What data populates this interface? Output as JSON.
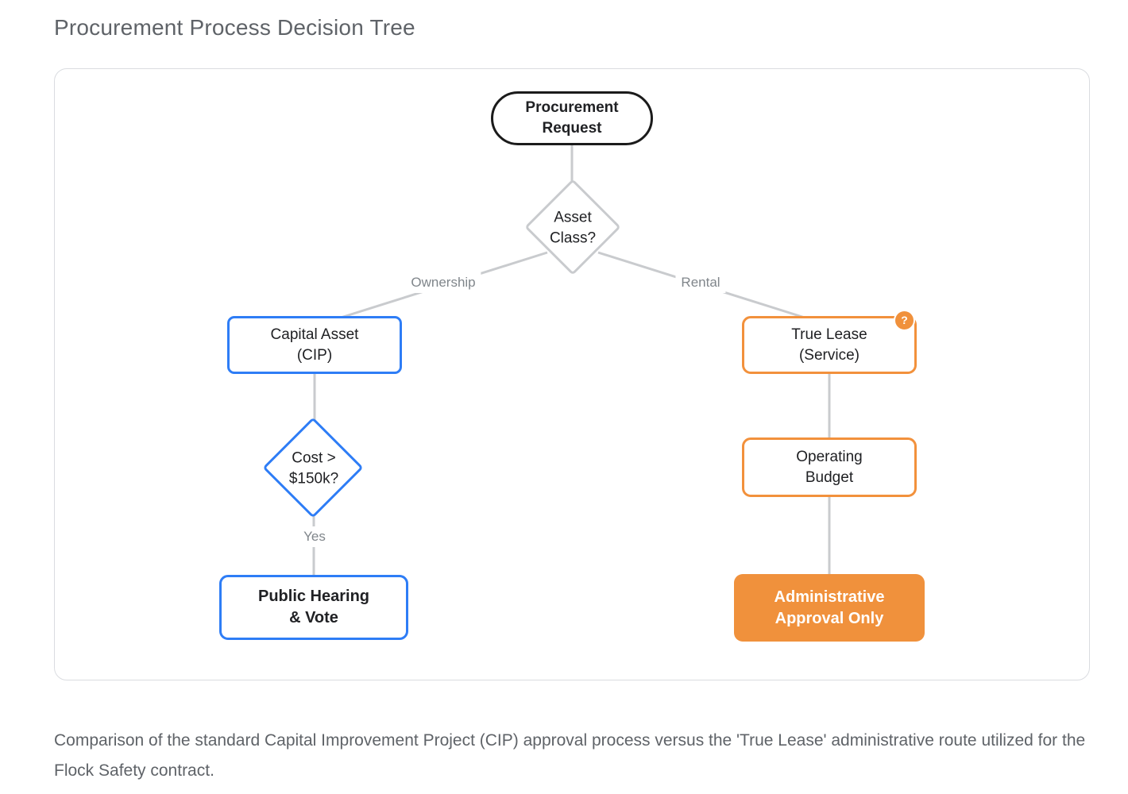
{
  "page": {
    "title": "Procurement Process Decision Tree",
    "caption": "Comparison of the standard Capital Improvement Project (CIP) approval process versus the 'True Lease' administrative route utilized for the Flock Safety contract."
  },
  "diagram": {
    "nodes": {
      "procurement_request": {
        "label": "Procurement\nRequest"
      },
      "asset_class": {
        "label": "Asset\nClass?"
      },
      "capital_asset": {
        "label": "Capital Asset\n(CIP)"
      },
      "cost_decision": {
        "label": "Cost >\n$150k?"
      },
      "public_hearing": {
        "label": "Public Hearing\n& Vote"
      },
      "true_lease": {
        "label": "True Lease\n(Service)",
        "badge": "?"
      },
      "operating_budget": {
        "label": "Operating\nBudget"
      },
      "admin_approval": {
        "label": "Administrative\nApproval Only"
      }
    },
    "edge_labels": {
      "ownership": "Ownership",
      "rental": "Rental",
      "yes": "Yes"
    },
    "colors": {
      "blue_branch": "#2e7df6",
      "orange_branch": "#f2913c",
      "orange_fill": "#f0913c",
      "connector_gray": "#c9cbce",
      "terminator_border": "#1b1b1b"
    }
  }
}
